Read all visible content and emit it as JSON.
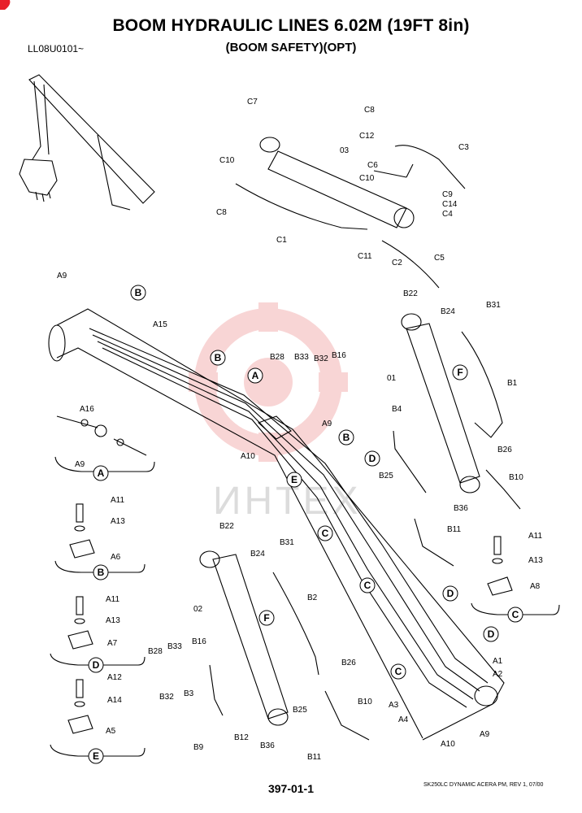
{
  "header": {
    "title": "BOOM HYDRAULIC LINES 6.02M (19FT 8in)",
    "subtitle": "(BOOM SAFETY)(OPT)",
    "serial": "LL08U0101~"
  },
  "footer": {
    "page_number": "397-01-1",
    "model_note": "SK250LC DYNAMIC ACERA PM, REV 1, 07/00"
  },
  "watermark": {
    "text": "ИНТЕХ",
    "color": "#f3b3b3"
  },
  "callouts": {
    "A": "A",
    "B": "B",
    "C": "C",
    "D": "D",
    "E": "E"
  },
  "labels": {
    "c7": "C7",
    "c8a": "C8",
    "c8b": "C8",
    "c12": "C12",
    "c3": "C3",
    "c6": "C6",
    "c10a": "C10",
    "c10b": "C10",
    "c9": "C9",
    "c14": "C14",
    "c4": "C4",
    "p03": "03",
    "c1": "C1",
    "c11": "C11",
    "c2": "C2",
    "c5": "C5",
    "a9a": "A9",
    "a15": "A15",
    "b28a": "B28",
    "b33a": "B33",
    "b32a": "B32",
    "b16a": "B16",
    "b22a": "B22",
    "b24a": "B24",
    "b31a": "B31",
    "p01": "01",
    "b1": "B1",
    "b4": "B4",
    "a9b": "A9",
    "a10a": "A10",
    "b25a": "B25",
    "b26a": "B26",
    "b10a": "B10",
    "b36a": "B36",
    "a16": "A16",
    "a9c": "A9",
    "a11a": "A11",
    "a13a": "A13",
    "a6": "A6",
    "b22b": "B22",
    "b24b": "B24",
    "b31b": "B31",
    "b11a": "B11",
    "a11b": "A11",
    "a13b": "A13",
    "a8": "A8",
    "p02": "02",
    "b2": "B2",
    "a11c": "A11",
    "a13c": "A13",
    "a7": "A7",
    "b28b": "B28",
    "b33b": "B33",
    "b16b": "B16",
    "b32b": "B32",
    "b3": "B3",
    "b26b": "B26",
    "b10b": "B10",
    "b25b": "B25",
    "b9": "B9",
    "b12": "B12",
    "b36b": "B36",
    "b11b": "B11",
    "a12": "A12",
    "a14": "A14",
    "a5": "A5",
    "a1": "A1",
    "a2": "A2",
    "a3": "A3",
    "a4": "A4",
    "a10b": "A10",
    "a9d": "A9"
  }
}
